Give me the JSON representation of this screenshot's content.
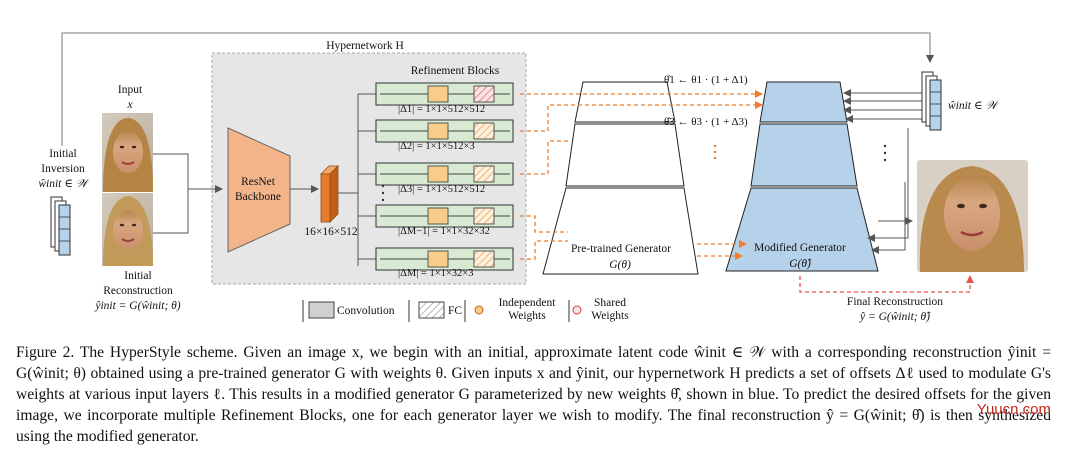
{
  "hypernetwork_title": "Hypernetwork H",
  "input": {
    "line1": "Input",
    "line2": "x"
  },
  "initial_inversion": {
    "line1": "Initial",
    "line2": "Inversion",
    "line3": "ŵinit ∈ 𝒲"
  },
  "initial_reconstruction": {
    "line1": "Initial",
    "line2": "Reconstruction",
    "line3": "ŷinit = G(ŵinit; θ)"
  },
  "backbone": {
    "line1": "ResNet",
    "line2": "Backbone"
  },
  "feature_dims": "16×16×512",
  "refinement_title": "Refinement Blocks",
  "blocks": [
    {
      "formula": "|Δ1| = 1×1×512×512"
    },
    {
      "formula": "|Δ2| = 1×1×512×3"
    },
    {
      "formula": "|Δ3| = 1×1×512×512"
    },
    {
      "formula": "|ΔM−1| = 1×1×32×32"
    },
    {
      "formula": "|ΔM| = 1×1×32×3"
    }
  ],
  "update_formulas": [
    "θ̂1 ← θ1 · (1 + Δ1)",
    "θ̂3 ← θ3 · (1 + Δ3)"
  ],
  "pretrained_generator": {
    "line1": "Pre-trained Generator",
    "line2": "G(θ)"
  },
  "modified_generator": {
    "line1": "Modified Generator",
    "line2": "G(θ̂)"
  },
  "w_init_right": "ŵinit ∈ 𝒲",
  "final_reconstruction": {
    "line1": "Final Reconstruction",
    "line2": "ŷ = G(ŵinit; θ̂)"
  },
  "legend": {
    "convolution": "Convolution",
    "fc": "FC",
    "independent": "Independent Weights",
    "shared": "Shared Weights"
  },
  "colors": {
    "hyper_bg": "#e6e6e6",
    "backbone": "#f4b48a",
    "feature": "#e87c2e",
    "block_green": "#d9ead3",
    "conv": "#f8cd8a",
    "generator_blue": "#b6d1ea",
    "arrow_orange": "#ee7d2e",
    "arrow_red": "#e8554e"
  },
  "caption": "Figure 2. The HyperStyle scheme. Given an image x, we begin with an initial, approximate latent code ŵinit ∈ 𝒲 with a corresponding reconstruction ŷinit = G(ŵinit; θ) obtained using a pre-trained generator G with weights θ. Given inputs x and ŷinit, our hypernetwork H predicts a set of offsets Δℓ used to modulate G's weights at various input layers ℓ. This results in a modified generator G parameterized by new weights θ̂, shown in blue. To predict the desired offsets for the given image, we incorporate multiple Refinement Blocks, one for each generator layer we wish to modify. The final reconstruction ŷ = G(ŵinit; θ̂) is then synthesized using the modified generator.",
  "watermark": "Yuucn.com"
}
